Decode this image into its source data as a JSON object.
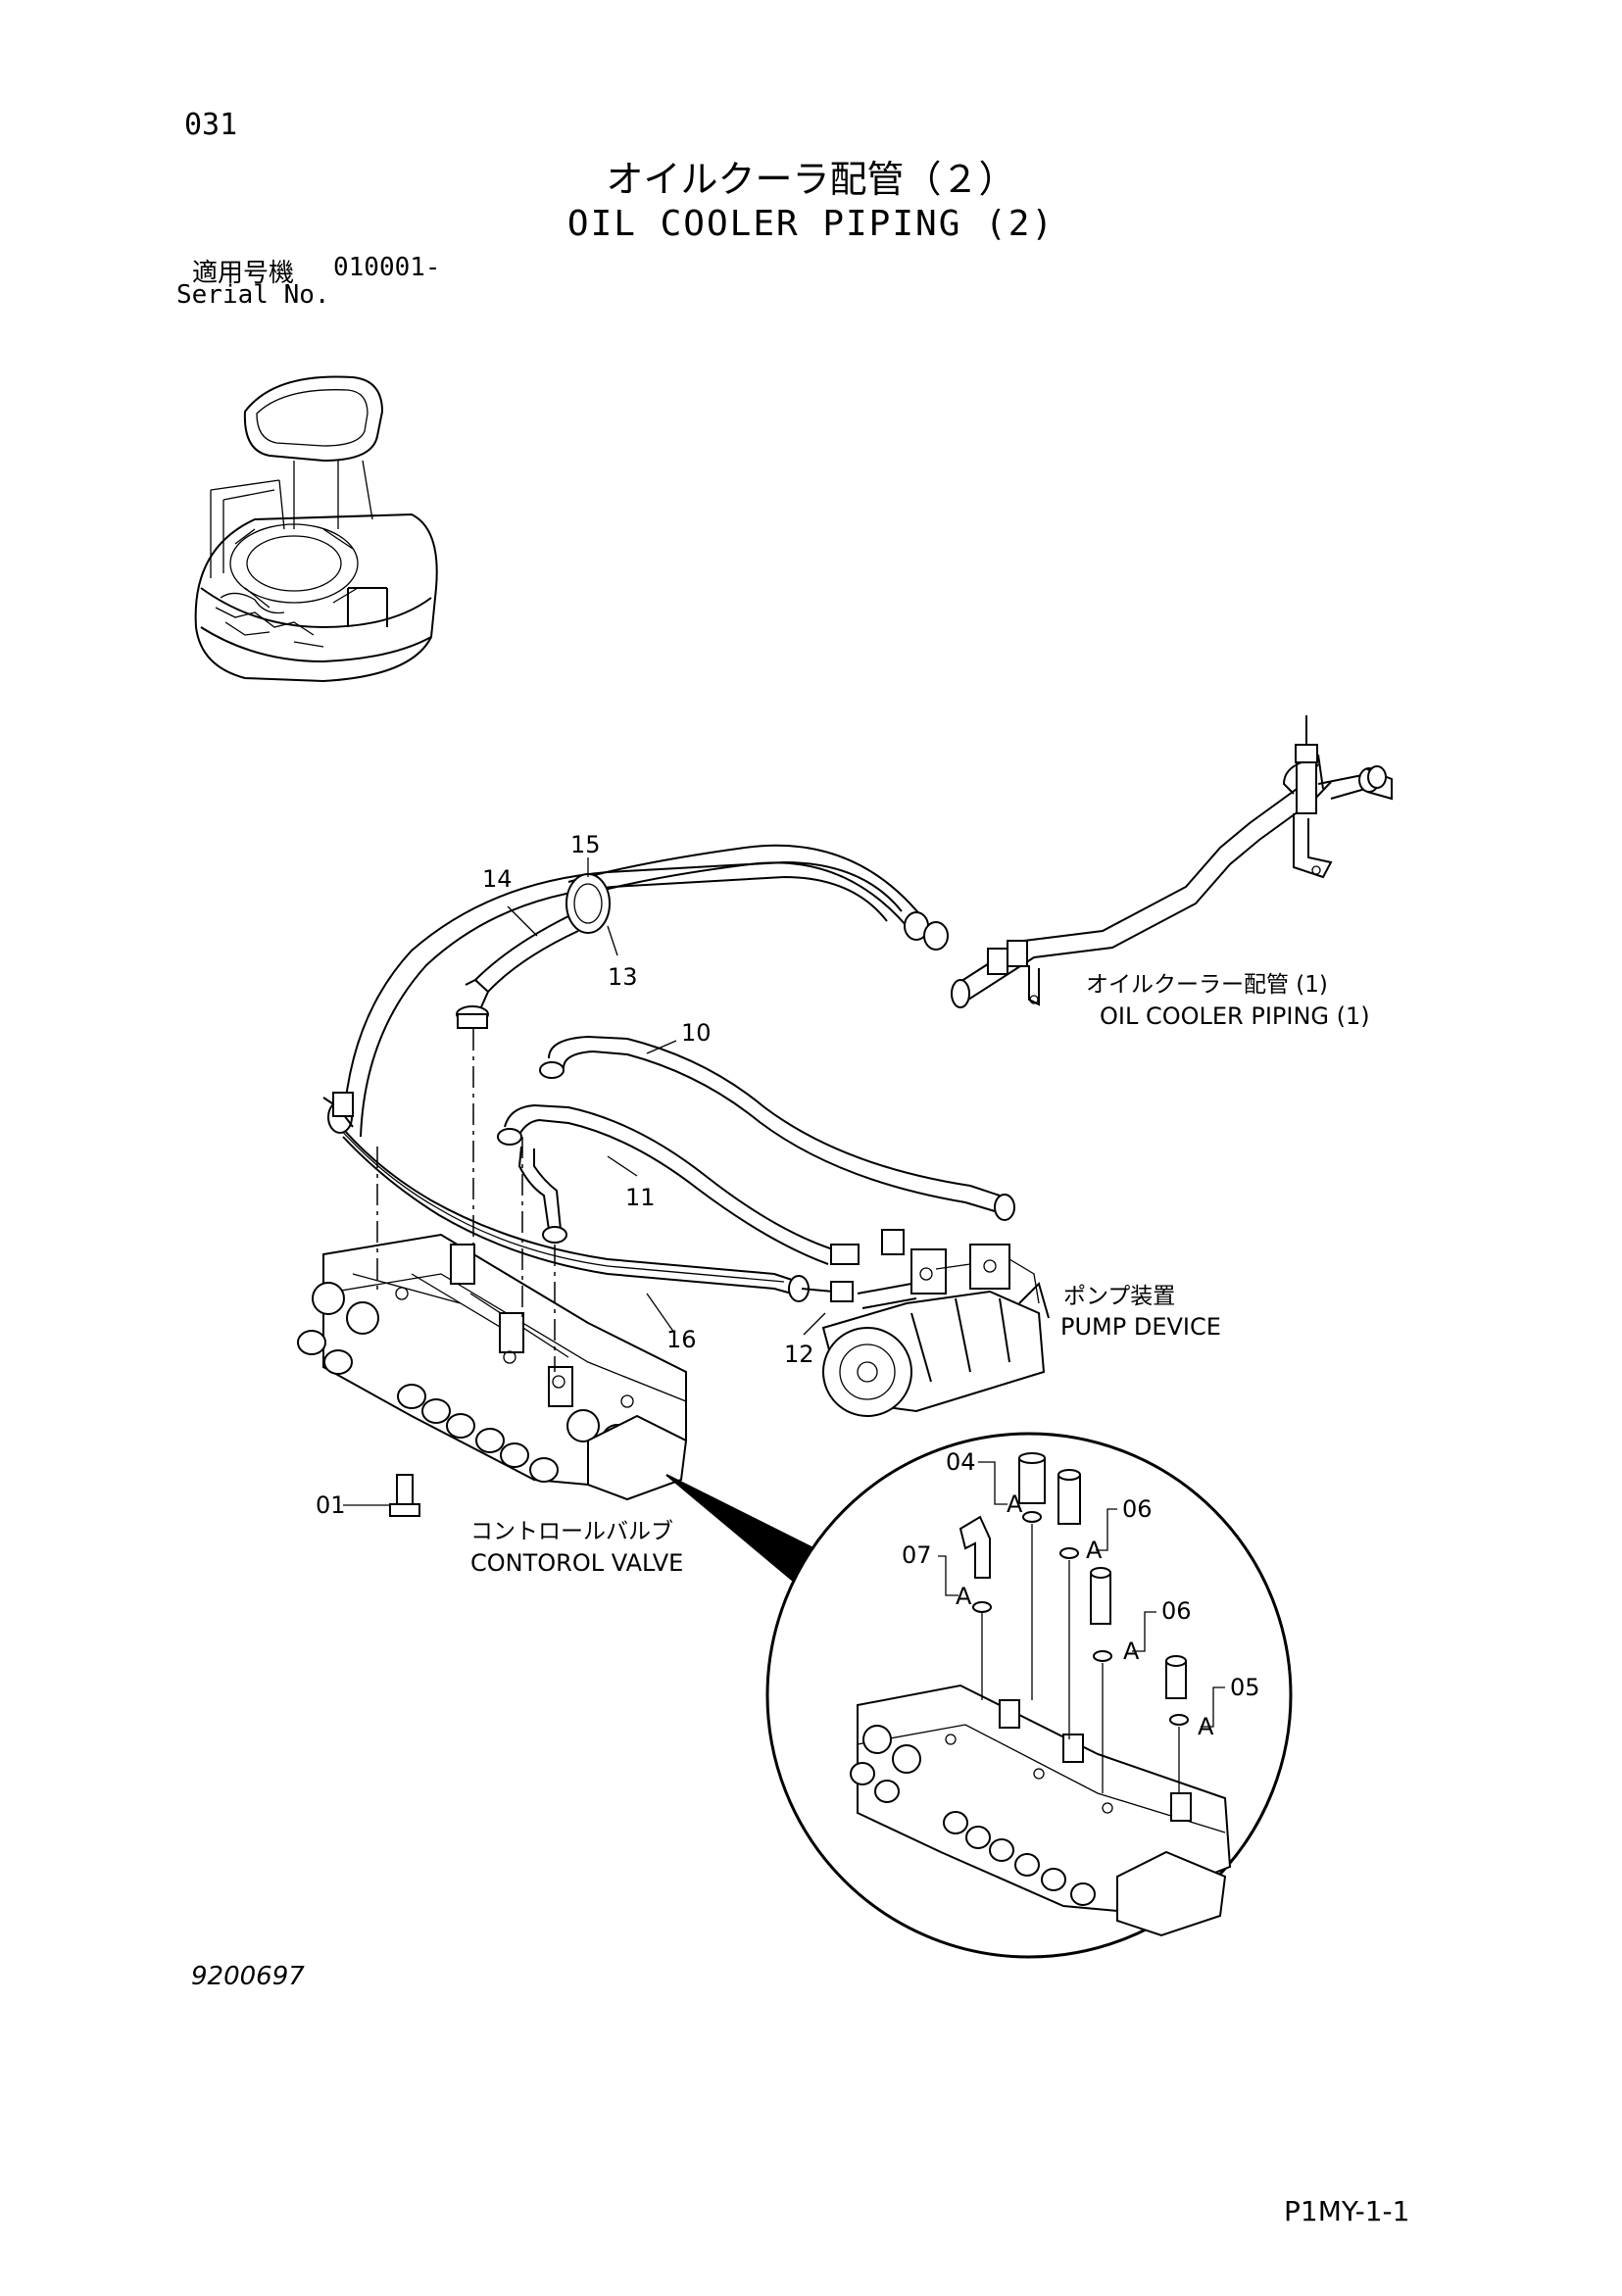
{
  "header": {
    "page_number": "031",
    "title_ja": "オイルクーラ配管（２）",
    "title_en": "OIL COOLER PIPING (2)",
    "serial_label_ja": "適用号機",
    "serial_value": "010001-",
    "serial_label_en": "Serial No."
  },
  "callouts": {
    "p01": "01",
    "p04": "04",
    "p05": "05",
    "p06a": "06",
    "p06b": "06",
    "p07": "07",
    "p10": "10",
    "p11": "11",
    "p12": "12",
    "p13": "13",
    "p14": "14",
    "p15": "15",
    "p16": "16",
    "a1": "A",
    "a2": "A",
    "a3": "A",
    "a4": "A",
    "a5": "A"
  },
  "assemblies": {
    "oil_cooler_ja": "オイルクーラー配管 (1)",
    "oil_cooler_en": "OIL COOLER PIPING (1)",
    "pump_ja": "ポンプ装置",
    "pump_en": "PUMP DEVICE",
    "valve_ja": "コントロールバルブ",
    "valve_en": "CONTOROL VALVE"
  },
  "footer": {
    "drawing_number": "9200697",
    "code": "P1MY-1-1"
  }
}
